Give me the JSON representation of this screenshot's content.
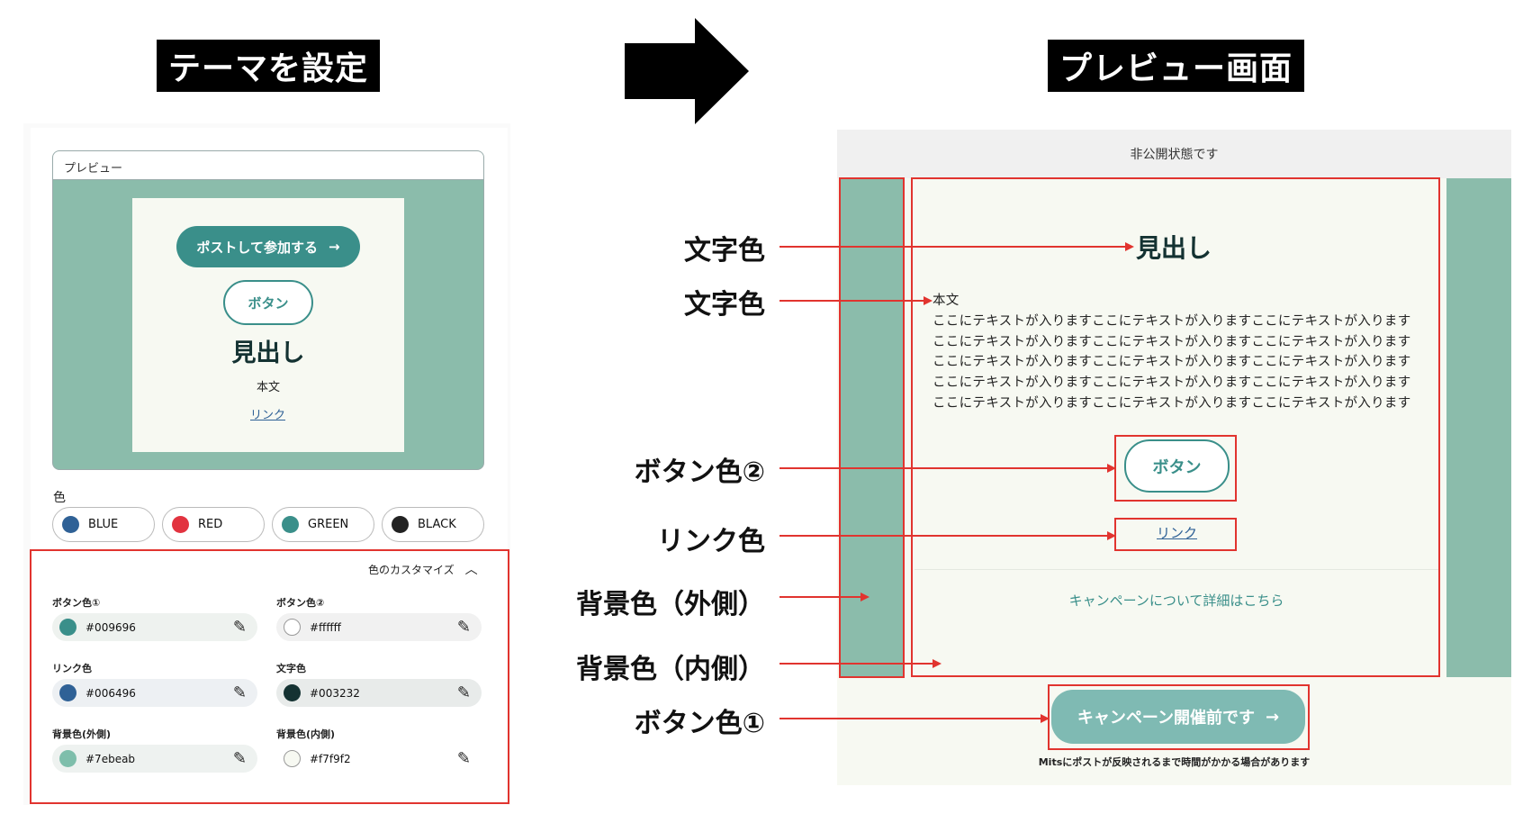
{
  "tags": {
    "left": "テーマを設定",
    "right": "プレビュー画面"
  },
  "settings": {
    "preview_label": "プレビュー",
    "post_button": "ポストして参加する",
    "post_arrow": "→",
    "button_label": "ボタン",
    "heading": "見出し",
    "body": "本文",
    "link": "リンク",
    "color_section": "色",
    "presets": [
      {
        "label": "BLUE",
        "color": "#2f6196"
      },
      {
        "label": "RED",
        "color": "#e2333f"
      },
      {
        "label": "GREEN",
        "color": "#3a8f8a"
      },
      {
        "label": "BLACK",
        "color": "#222222"
      }
    ],
    "customize_label": "色のカスタマイズ",
    "customize_chevron": "︿",
    "fields": [
      {
        "label": "ボタン色①",
        "value": "#009696",
        "swatch": "#3a8f8a"
      },
      {
        "label": "ボタン色②",
        "value": "#ffffff",
        "swatch": "#ffffff"
      },
      {
        "label": "リンク色",
        "value": "#006496",
        "swatch": "#2f6196"
      },
      {
        "label": "文字色",
        "value": "#003232",
        "swatch": "#143232"
      },
      {
        "label": "背景色(外側)",
        "value": "#7ebeab",
        "swatch": "#7ebeab"
      },
      {
        "label": "背景色(内側)",
        "value": "#f7f9f2",
        "swatch": "#f7f9f2"
      }
    ]
  },
  "preview": {
    "status": "非公開状態です",
    "heading": "見出し",
    "body_title": "本文",
    "body_lines": [
      "ここにテキストが入りますここにテキストが入りますここにテキストが入ります",
      "ここにテキストが入りますここにテキストが入りますここにテキストが入ります",
      "ここにテキストが入りますここにテキストが入りますここにテキストが入ります",
      "ここにテキストが入りますここにテキストが入りますここにテキストが入ります",
      "ここにテキストが入りますここにテキストが入りますここにテキストが入ります"
    ],
    "button_label": "ボタン",
    "link": "リンク",
    "campaign_link": "キャンペーンについて詳細はこちら",
    "campaign_button": "キャンペーン開催前です",
    "campaign_arrow": "→",
    "note": "Mitsにポストが反映されるまで時間がかかる場合があります"
  },
  "annotations": {
    "text_color_1": "文字色",
    "text_color_2": "文字色",
    "button_color_2": "ボタン色②",
    "link_color": "リンク色",
    "bg_outer": "背景色（外側）",
    "bg_inner": "背景色（内側）",
    "button_color_1": "ボタン色①"
  },
  "colors": {
    "accent_teal": "#3a8f8a",
    "outer_bg": "#8bbcab",
    "inner_bg": "#f7f9f2",
    "link_blue": "#2f6196",
    "annotation_red": "#e1342f"
  }
}
